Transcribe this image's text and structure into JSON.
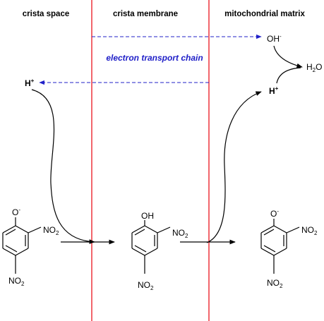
{
  "headers": {
    "left": "crista space",
    "middle": "crista membrane",
    "right": "mitochondrial matrix"
  },
  "chain_label": "electron transport chain",
  "ions": {
    "hydroxide": "OH",
    "hydroxide_charge": "-",
    "water_h": "H",
    "water_sub": "2",
    "water_o": "O",
    "proton_left": "H",
    "proton_left_charge": "+",
    "proton_right": "H",
    "proton_right_charge": "+"
  },
  "molecules": {
    "left": {
      "top_atom": "O",
      "top_charge": "-",
      "nitro_a": "NO",
      "nitro_a_sub": "2",
      "nitro_b": "NO",
      "nitro_b_sub": "2"
    },
    "middle": {
      "top_atom": "OH",
      "nitro_a": "NO",
      "nitro_a_sub": "2",
      "nitro_b": "NO",
      "nitro_b_sub": "2"
    },
    "right": {
      "top_atom": "O",
      "top_charge": "-",
      "nitro_a": "NO",
      "nitro_a_sub": "2",
      "nitro_b": "NO",
      "nitro_b_sub": "2"
    }
  },
  "colors": {
    "membrane_line": "#e8000b",
    "chain_arrow": "#2020c8",
    "chain_text": "#2020c8",
    "black": "#000000"
  }
}
